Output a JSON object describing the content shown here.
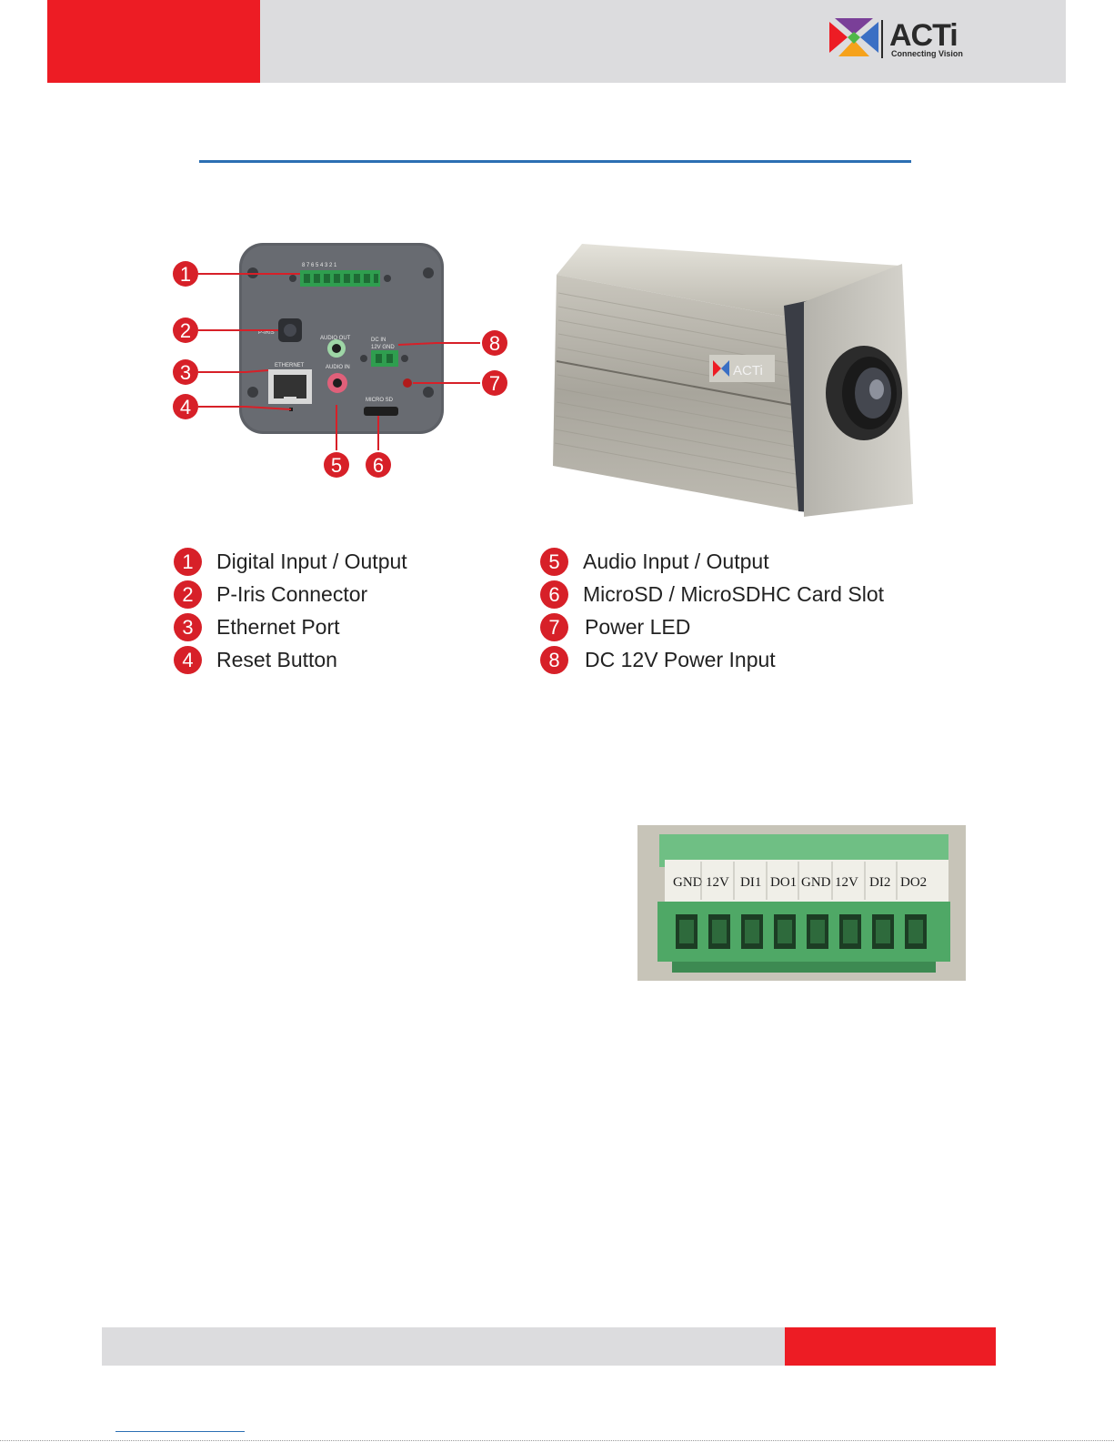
{
  "header": {
    "logo_word": "ACTi",
    "logo_tagline": "Connecting Vision",
    "colors": {
      "accent_red": "#ed1c24",
      "bar_grey": "#dcdcde",
      "rule_blue": "#2b6fb3"
    }
  },
  "figure": {
    "rear_panel_labels": {
      "iris": "P-IRIS",
      "audio_out": "AUDIO OUT",
      "dc_in": "DC IN",
      "dc_polarity": "12V GND",
      "ethernet": "ETHERNET",
      "audio_in": "AUDIO IN",
      "micro_sd": "MICRO SD",
      "terminal_numbers": "8 7 6 5 4 3 2 1"
    },
    "camera_badge": "ACTi",
    "callouts": [
      "1",
      "2",
      "3",
      "4",
      "5",
      "6",
      "7",
      "8"
    ]
  },
  "legend": {
    "left": [
      {
        "num": "1",
        "label": "Digital Input / Output"
      },
      {
        "num": "2",
        "label": "P-Iris Connector"
      },
      {
        "num": "3",
        "label": "Ethernet Port"
      },
      {
        "num": "4",
        "label": "Reset Button"
      }
    ],
    "right": [
      {
        "num": "5",
        "label": "Audio Input / Output"
      },
      {
        "num": "6",
        "label": "MicroSD / MicroSDHC  Card Slot"
      },
      {
        "num": "7",
        "label": "Power LED"
      },
      {
        "num": "8",
        "label": "DC 12V Power Input"
      }
    ]
  },
  "terminal_block": {
    "pins": [
      "GND",
      "12V",
      "DI1",
      "DO1",
      "GND",
      "12V",
      "DI2",
      "DO2"
    ]
  }
}
